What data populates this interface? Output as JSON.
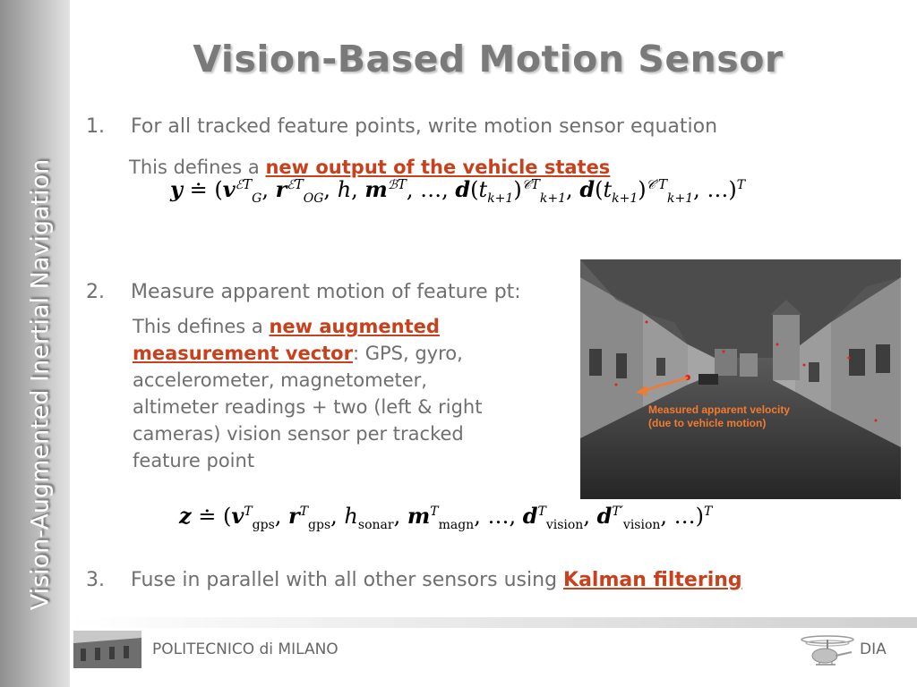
{
  "slide": {
    "sidebar_title": "Vision-Augmented Inertial Navigation",
    "title": "Vision-Based Motion Sensor"
  },
  "items": [
    {
      "number": "1.",
      "text": "For all tracked feature points, write motion sensor equation",
      "sub_prefix": "This defines a ",
      "sub_highlight": "new output of the vehicle states"
    },
    {
      "number": "2.",
      "text": "Measure apparent motion of feature pt:",
      "sub_prefix": "This defines a ",
      "sub_highlight_line1": "new augmented",
      "sub_highlight_line2": "measurement vector",
      "sub_rest_line2": ": GPS, gyro,",
      "sub_line3": "accelerometer, magnetometer,",
      "sub_line4": "altimeter readings + two (left & right",
      "sub_line5": "cameras) vision sensor per tracked",
      "sub_line6": "feature point"
    },
    {
      "number": "3.",
      "text": "Fuse in parallel with all other sensors using ",
      "highlight": "Kalman filtering"
    }
  ],
  "image": {
    "caption_line1": "Measured apparent velocity",
    "caption_line2": "(due to vehicle motion)"
  },
  "footer": {
    "left": "POLITECNICO di MILANO",
    "right": "DIA"
  },
  "colors": {
    "highlight": "#c8401c",
    "body_text": "#6f6f6f",
    "arrow": "#f47a2e"
  }
}
